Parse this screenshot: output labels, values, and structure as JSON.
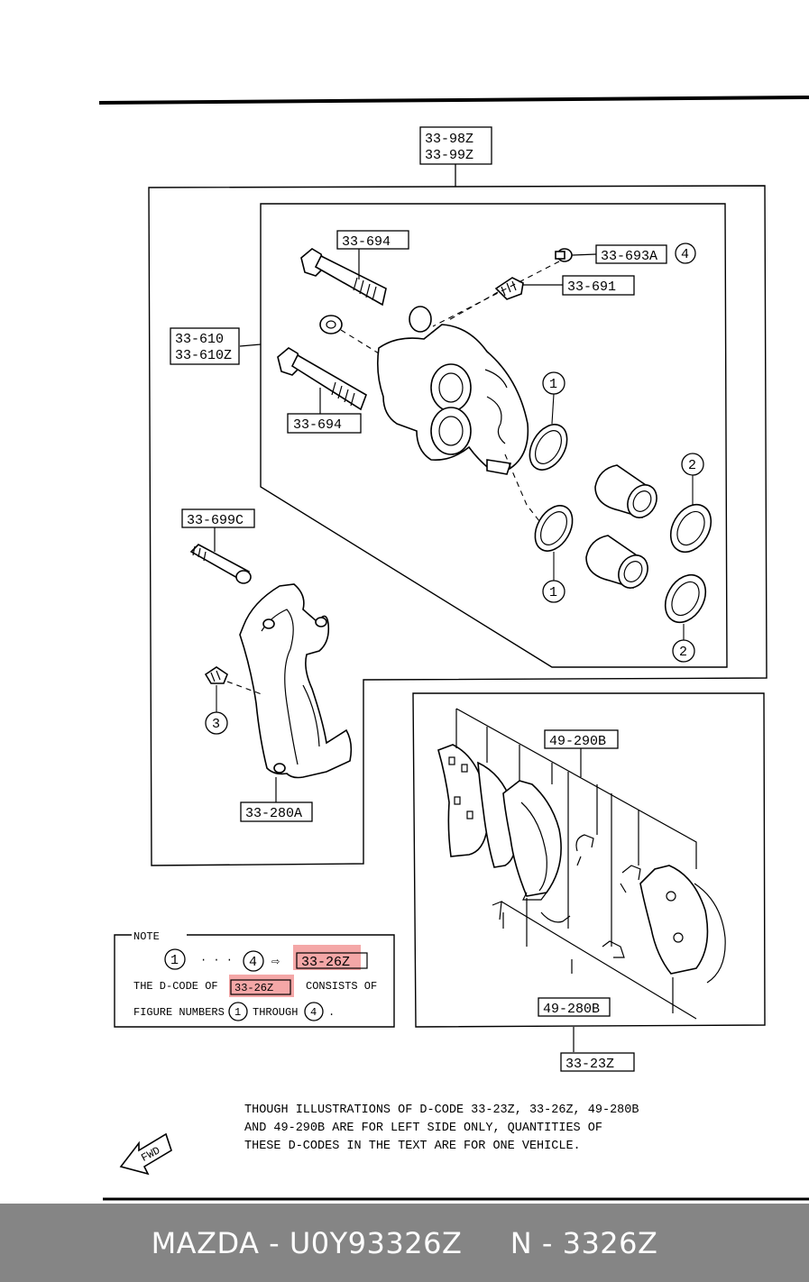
{
  "labels": {
    "assembly_1": "33-98Z",
    "assembly_2": "33-99Z",
    "caliper_1": "33-610",
    "caliper_2": "33-610Z",
    "bolt_upper": "33-694",
    "bolt_lower": "33-694",
    "cap": "33-693A",
    "bleeder": "33-691",
    "guide_bolt": "33-699C",
    "bracket": "33-280A",
    "pad_shims": "49-290B",
    "pads": "49-280B",
    "pad_kit": "33-23Z"
  },
  "callouts": [
    "1",
    "1",
    "2",
    "2",
    "3",
    "4"
  ],
  "note": {
    "title": "NOTE",
    "from": "1",
    "dots": "· · ·",
    "to": "4",
    "arrow": "⇨",
    "code": "33-26Z",
    "line2_a": "THE D-CODE OF",
    "line2_code": "33-26Z",
    "line2_b": "CONSISTS OF",
    "line3_a": "FIGURE NUMBERS",
    "line3_from": "1",
    "line3_mid": "THROUGH",
    "line3_to": "4",
    "line3_end": "."
  },
  "remark": [
    "THOUGH ILLUSTRATIONS OF D-CODE 33-23Z, 33-26Z, 49-280B",
    "AND 49-290B ARE FOR LEFT SIDE ONLY, QUANTITIES OF",
    "THESE D-CODES IN THE TEXT ARE FOR ONE VEHICLE."
  ],
  "fwd": "FWD",
  "footer": {
    "brand": "MAZDA",
    "part_number": "U0Y93326Z",
    "code": "N - 3326Z"
  },
  "highlight_color": "#f08a8a"
}
